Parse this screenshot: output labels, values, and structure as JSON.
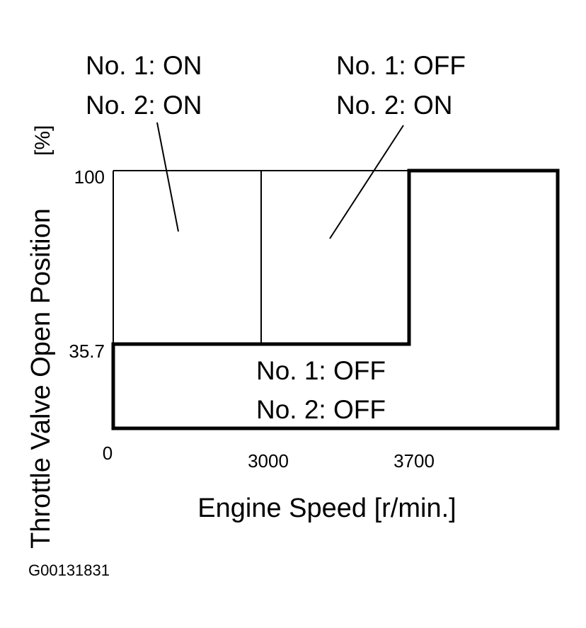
{
  "diagram": {
    "x_axis": {
      "label": "Engine Speed [r/min.]",
      "ticks": [
        "0",
        "3000",
        "3700"
      ]
    },
    "y_axis": {
      "label": "Throttle Valve Open Position",
      "unit": "[%]",
      "ticks": [
        "100",
        "35.7"
      ]
    },
    "regions": {
      "top_left": {
        "line1": "No. 1: ON",
        "line2": "No. 2: ON"
      },
      "top_middle": {
        "line1": "No. 1: OFF",
        "line2": "No. 2: ON"
      },
      "bottom": {
        "line1": "No. 1: OFF",
        "line2": "No. 2: OFF"
      }
    },
    "figure_code": "G00131831"
  }
}
